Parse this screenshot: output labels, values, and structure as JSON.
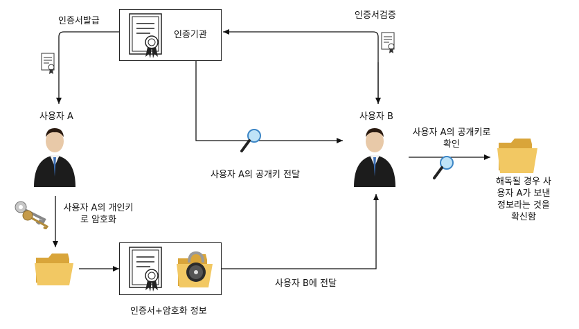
{
  "labels": {
    "issue": "인증서발급",
    "verify": "인증서검증",
    "ca": "인증기관",
    "user_a": "사용자 A",
    "user_b": "사용자 B",
    "send_pubkey": "사용자 A의 공개키 전달",
    "encrypt_line1": "사용자 A의 개인키",
    "encrypt_line2": "로 암호화",
    "check_line1": "사용자 A의 공개키로",
    "check_line2": "확인",
    "result_line1": "해독될 경우 사",
    "result_line2": "용자 A가 보낸",
    "result_line3": "정보라는 것을",
    "result_line4": "확신함",
    "send_to_b": "사용자 B에 전달",
    "bundle": "인증서+암호화 정보"
  }
}
